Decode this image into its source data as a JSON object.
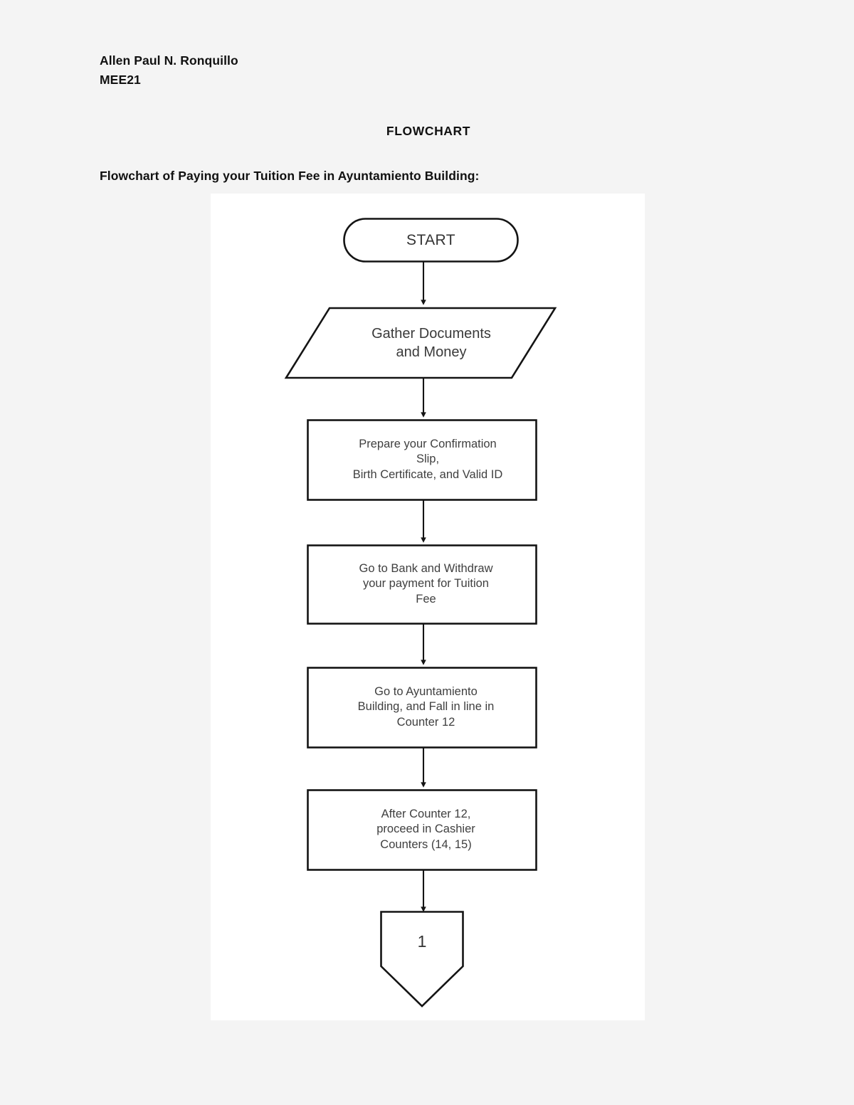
{
  "page": {
    "background_color": "#f4f4f4",
    "canvas_color": "#ffffff"
  },
  "header": {
    "author_name": "Allen Paul N. Ronquillo",
    "course_code": "MEE21",
    "title": "FLOWCHART",
    "subtitle": "Flowchart of Paying your Tuition Fee in Ayuntamiento Building:"
  },
  "flowchart": {
    "stroke_color": "#141414",
    "text_color": "#3f3f3f",
    "nodes": [
      {
        "id": "start",
        "shape": "terminator",
        "label": "START",
        "lines": [
          "START"
        ]
      },
      {
        "id": "gather",
        "shape": "parallelogram",
        "label": "Gather Documents and Money",
        "lines": [
          "Gather Documents",
          "and Money"
        ]
      },
      {
        "id": "prepare",
        "shape": "process",
        "label": "Prepare your Confirmation Slip, Birth Certificate, and Valid ID",
        "lines": [
          "Prepare your Confirmation",
          "Slip,",
          "Birth Certificate, and Valid ID"
        ]
      },
      {
        "id": "bank",
        "shape": "process",
        "label": "Go to Bank and Withdraw your payment for Tuition Fee",
        "lines": [
          "Go to Bank and Withdraw",
          "your payment for Tuition",
          "Fee"
        ]
      },
      {
        "id": "ayuntamiento",
        "shape": "process",
        "label": "Go to Ayuntamiento Building, and Fall in line in Counter 12",
        "lines": [
          "Go to Ayuntamiento",
          "Building, and Fall in line in",
          "Counter 12"
        ]
      },
      {
        "id": "cashier",
        "shape": "process",
        "label": "After Counter 12, proceed in Cashier Counters (14, 15)",
        "lines": [
          "After Counter 12,",
          "proceed in Cashier",
          "Counters (14, 15)"
        ]
      },
      {
        "id": "connector",
        "shape": "off-page-connector",
        "label": "1",
        "lines": [
          "1"
        ]
      }
    ],
    "connectors": [
      {
        "from": "start",
        "to": "gather",
        "type": "arrow-down"
      },
      {
        "from": "gather",
        "to": "prepare",
        "type": "arrow-down"
      },
      {
        "from": "prepare",
        "to": "bank",
        "type": "arrow-down"
      },
      {
        "from": "bank",
        "to": "ayuntamiento",
        "type": "arrow-down"
      },
      {
        "from": "ayuntamiento",
        "to": "cashier",
        "type": "arrow-down"
      },
      {
        "from": "cashier",
        "to": "connector",
        "type": "arrow-down"
      }
    ]
  }
}
